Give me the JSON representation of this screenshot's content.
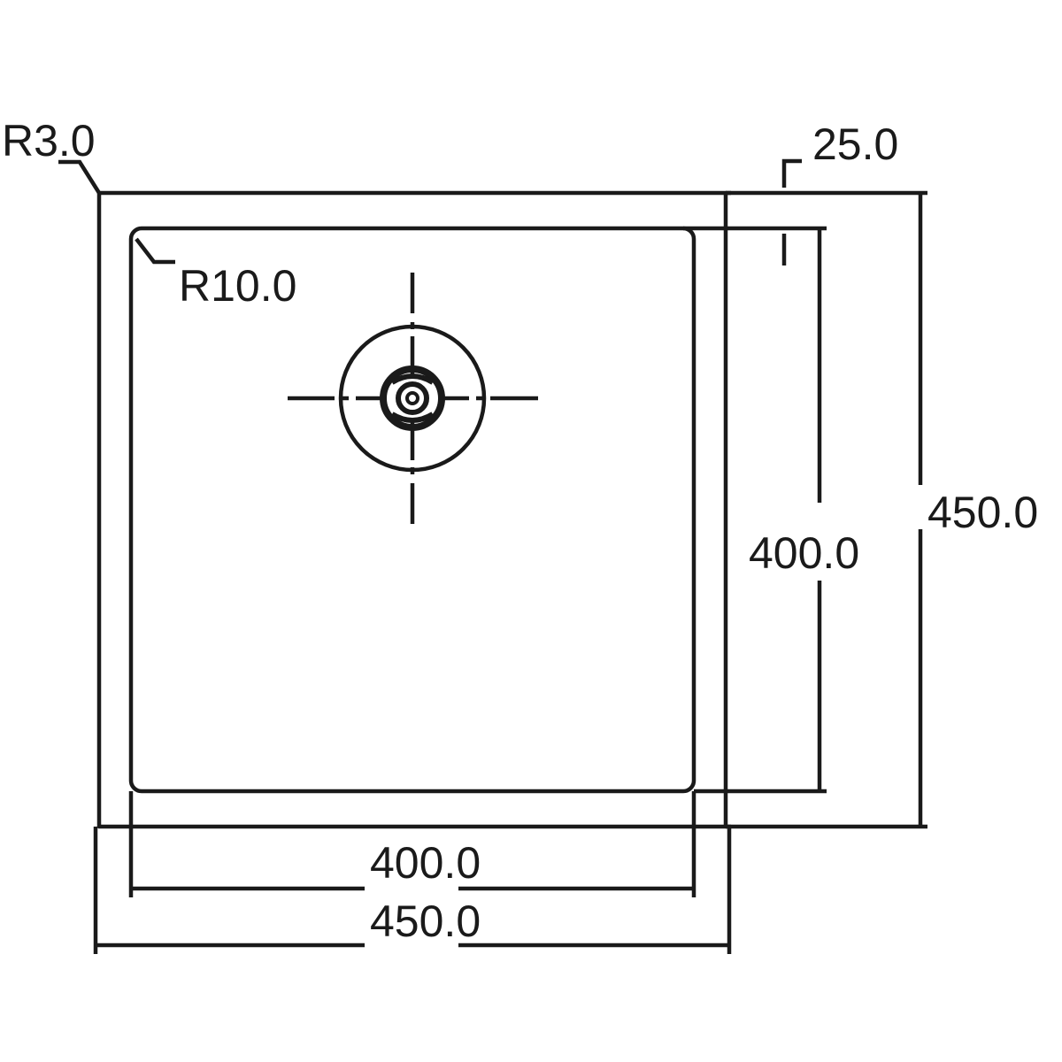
{
  "labels": {
    "outer_corner_radius": "R3.0",
    "inner_corner_radius": "R10.0",
    "rim_width": "25.0",
    "inner_height": "400.0",
    "outer_height": "450.0",
    "inner_width": "400.0",
    "outer_width": "450.0"
  },
  "colors": {
    "line": "#1a1a1a",
    "background": "#ffffff"
  }
}
